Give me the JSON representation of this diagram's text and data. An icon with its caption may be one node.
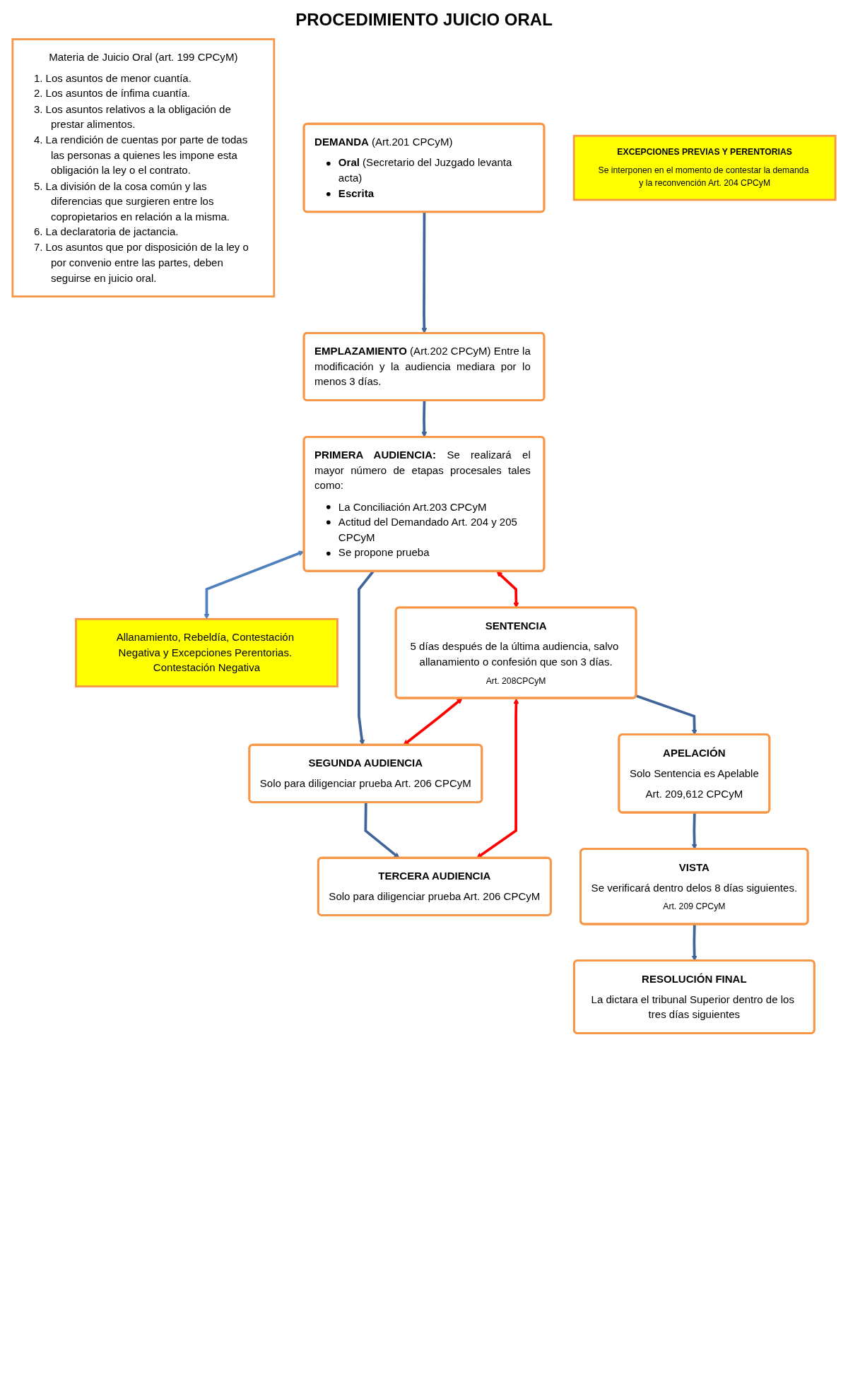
{
  "diagram": {
    "title": "PROCEDIMIENTO JUICIO ORAL",
    "nodes": [
      {
        "text": [
          "Materia de Juicio Oral (art. 199 CPCyM)",
          "1. Los asuntos de menor cuantía.",
          "2. Los asuntos de ínfima cuantía.",
          "3. Los asuntos relativos a la obligación de prestar alimentos.",
          "4. La rendición de cuentas por parte de todas las personas a quienes les impone esta obligación la ley o el contrato.",
          "5. La división de la cosa común y las diferencias que surgieren entre los copropietarios en relación a la misma.",
          "6. La declaratoria de jactancia.",
          "7. Los asuntos que por disposición de la ley o por convenio entre las partes, deben seguirse en juicio oral."
        ]
      },
      {
        "text": [
          "**DEMANDA** (Art.201 CPCyM)",
          "**Oral** (Secretario del Juzgado levanta acta)",
          "Escrita"
        ]
      },
      {
        "text": [
          "**EMPLAZAMIENTO** (Art.202 CPCyM) Entre la modificación y la audiencia mediara por lo menos 3 días."
        ]
      },
      {
        "text": [
          "**PRIMERA AUDIENCIA:** Se realizará el mayor número de etapas procesales tales como:",
          "La Conciliación Art.203 CPCyM",
          "Actitud del Demandado Art. 204 y 205 CPCyM",
          "Se propone prueba"
        ]
      },
      {
        "text": [
          "Allanamiento, Rebeldía, Contestación Negativa y Excepciones Perentorias. Contestación Negativa"
        ]
      },
      {
        "text": [
          "EXCEPCIONES PREVIAS Y PERENTORIAS",
          "Se interponen en el momento de contestar la demanda y la reconvención Art. 204 CPCyM"
        ]
      },
      {
        "text": [
          "SEGUNDA AUDIENCIA",
          "Solo para diligenciar prueba Art. 206 CPCyM"
        ]
      },
      {
        "text": [
          "SENTENCIA",
          "5 días después de la última audiencia, salvo allanamiento o confesión que son 3 días.",
          "Art. 208CPCyM"
        ]
      },
      {
        "text": [
          "TERCERA AUDIENCIA",
          "Solo para diligenciar prueba Art. 206 CPCyM"
        ]
      },
      {
        "text": [
          "APELACIÓN",
          "Solo Sentencia es Apelable",
          "Art. 209,612 CPCyM"
        ]
      },
      {
        "text": [
          "VISTA",
          "Se verificará dentro delos 8 días siguientes.",
          "Art. 209 CPCyM"
        ]
      },
      {
        "text": [
          "RESOLUCIÓN FINAL",
          "La dictara el tribunal Superior dentro de los tres días siguientes"
        ]
      }
    ],
    "edges": [
      {
        "from": 1,
        "to": 2,
        "arrow": "to"
      },
      {
        "from": 2,
        "to": 3,
        "arrow": "to"
      },
      {
        "from": 3,
        "to": 4,
        "arrow": "both",
        "color": "#4f81bd"
      },
      {
        "from": 3,
        "to": 7,
        "arrow": "both",
        "color": "#ff0000"
      },
      {
        "from": 3,
        "to": 6,
        "arrow": "to"
      },
      {
        "from": 7,
        "to": 6,
        "arrow": "both",
        "color": "#ff0000"
      },
      {
        "from": 6,
        "to": 8,
        "arrow": "to"
      },
      {
        "from": 7,
        "to": 8,
        "arrow": "both",
        "color": "#ff0000"
      },
      {
        "from": 7,
        "to": 9,
        "arrow": "to"
      },
      {
        "from": 9,
        "to": 10,
        "arrow": "to"
      },
      {
        "from": 10,
        "to": 11,
        "arrow": "to"
      }
    ]
  }
}
